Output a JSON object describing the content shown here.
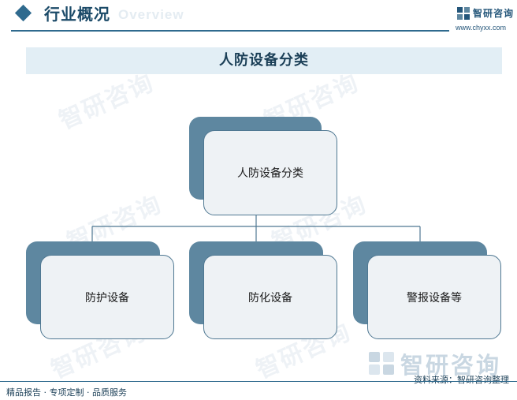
{
  "header": {
    "title": "行业概况",
    "ghost_text": "Overview",
    "brand_name": "智研咨询",
    "brand_url": "www.chyxx.com"
  },
  "banner": {
    "title": "人防设备分类"
  },
  "diagram": {
    "root": "人防设备分类",
    "children": [
      "防护设备",
      "防化设备",
      "警报设备等"
    ]
  },
  "footer": {
    "left": "精品报告 · 专项定制 · 品质服务",
    "source": "资料来源：智研咨询整理"
  },
  "watermark": {
    "text": "智研咨询"
  },
  "colors": {
    "accent": "#2f6a8e",
    "box_back": "#5e87a0",
    "box_front": "#eef2f5",
    "banner": "#e2eef5"
  }
}
